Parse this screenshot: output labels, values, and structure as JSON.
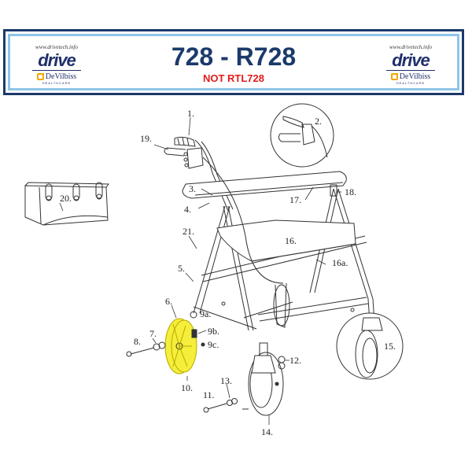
{
  "header": {
    "title": "728 - R728",
    "subtitle": "NOT RTL728",
    "title_color": "#1b3a6b",
    "subtitle_color": "#e21b1b",
    "logo_left": {
      "url": "www.drivetech.info",
      "brand": "drive",
      "sub_brand": "DeVilbiss",
      "sub_brand_tagline": "HEALTHCARE"
    },
    "logo_right": {
      "url": "www.drivetech.info",
      "brand": "drive",
      "sub_brand": "DeVilbiss",
      "sub_brand_tagline": "HEALTHCARE"
    }
  },
  "diagram": {
    "subject": "Rollator walker exploded parts view",
    "highlight_color": "#f5ee3a",
    "highlighted_part": "10.",
    "callouts": [
      {
        "id": "1",
        "label": "1."
      },
      {
        "id": "2",
        "label": "2."
      },
      {
        "id": "3",
        "label": "3."
      },
      {
        "id": "4",
        "label": "4."
      },
      {
        "id": "5",
        "label": "5."
      },
      {
        "id": "6",
        "label": "6."
      },
      {
        "id": "7",
        "label": "7."
      },
      {
        "id": "8",
        "label": "8."
      },
      {
        "id": "9a",
        "label": "9a."
      },
      {
        "id": "9b",
        "label": "9b."
      },
      {
        "id": "9c",
        "label": "9c."
      },
      {
        "id": "10",
        "label": "10."
      },
      {
        "id": "11",
        "label": "11."
      },
      {
        "id": "12",
        "label": "12."
      },
      {
        "id": "13",
        "label": "13."
      },
      {
        "id": "14",
        "label": "14."
      },
      {
        "id": "15",
        "label": "15."
      },
      {
        "id": "16",
        "label": "16."
      },
      {
        "id": "16a",
        "label": "16a."
      },
      {
        "id": "17",
        "label": "17."
      },
      {
        "id": "18",
        "label": "18."
      },
      {
        "id": "19",
        "label": "19."
      },
      {
        "id": "20",
        "label": "20."
      },
      {
        "id": "21",
        "label": "21."
      }
    ]
  }
}
